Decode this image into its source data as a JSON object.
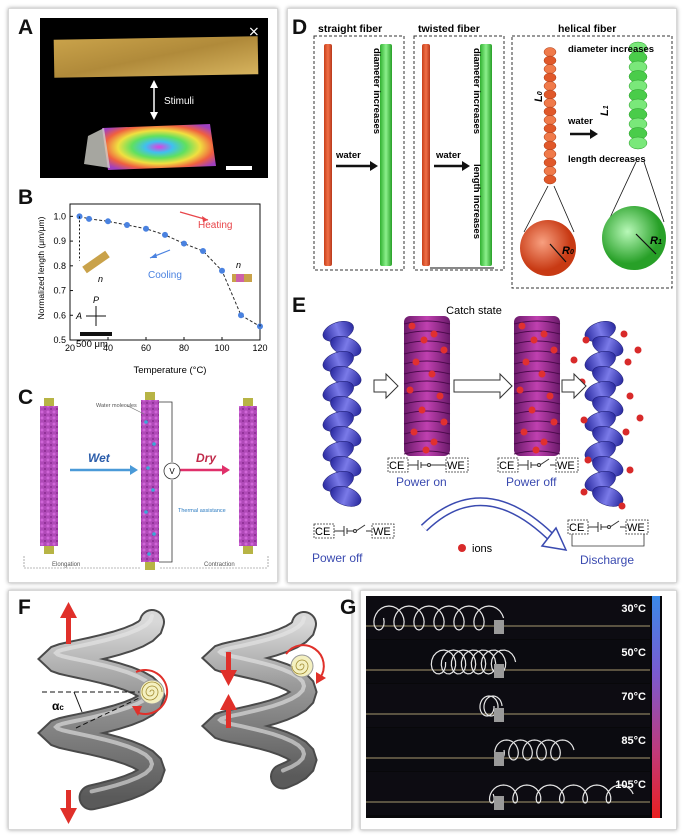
{
  "panels": {
    "A": {
      "label": "A",
      "stimuli": "Stimuli",
      "polarizer": "⨯"
    },
    "B": {
      "label": "B",
      "heating": "Heating",
      "cooling": "Cooling",
      "scale": "500 μm",
      "n1": "n",
      "n2": "n",
      "P": "P",
      "Aax": "A"
    },
    "C": {
      "label": "C",
      "water": "Water molecules",
      "wet": "Wet",
      "dry": "Dry",
      "v": "V",
      "thermal": "Thermal assistance",
      "elong": "Elongation",
      "contr": "Contraction"
    },
    "D": {
      "label": "D",
      "straight": "straight fiber",
      "twisted": "twisted fiber",
      "helical": "helical fiber",
      "diam1": "diameter increases",
      "diam2": "diameter increases",
      "diam3": "diameter increases",
      "water1": "water",
      "water2": "water",
      "water3": "water",
      "length1": "length increases",
      "length2": "length decreases",
      "L0": "L",
      "L0sub": "0",
      "L1": "L",
      "L1sub": "1",
      "R0": "R",
      "R0sub": "0",
      "R1": "R",
      "R1sub": "1"
    },
    "E": {
      "label": "E",
      "catch": "Catch state",
      "power_on": "Power on",
      "power_off1": "Power off",
      "power_off2": "Power off",
      "discharge": "Discharge",
      "ions": "ions",
      "ce": "CE",
      "we": "WE"
    },
    "F": {
      "label": "F",
      "alpha": "α",
      "alpha_sub": "c"
    },
    "G": {
      "label": "G",
      "temps": [
        "30°C",
        "50°C",
        "70°C",
        "85°C",
        "105°C"
      ]
    }
  },
  "chart_data": {
    "type": "line",
    "xlabel": "Temperature (°C)",
    "ylabel": "Normalized length (μm/μm)",
    "xlim": [
      20,
      120
    ],
    "ylim": [
      0.5,
      1.05
    ],
    "xticks": [
      20,
      40,
      60,
      80,
      100,
      120
    ],
    "yticks": [
      0.5,
      0.6,
      0.7,
      0.8,
      0.9,
      1.0
    ],
    "series": [
      {
        "x": [
          25,
          30,
          40,
          50,
          60,
          70,
          80,
          90,
          100,
          110,
          120
        ],
        "y": [
          1.0,
          0.99,
          0.98,
          0.965,
          0.95,
          0.925,
          0.89,
          0.86,
          0.78,
          0.6,
          0.555
        ]
      }
    ],
    "colors": {
      "line": "#2b2b2b",
      "marker": "#4a82e0",
      "heating": "#e8454a",
      "cooling": "#4a82e0"
    }
  }
}
